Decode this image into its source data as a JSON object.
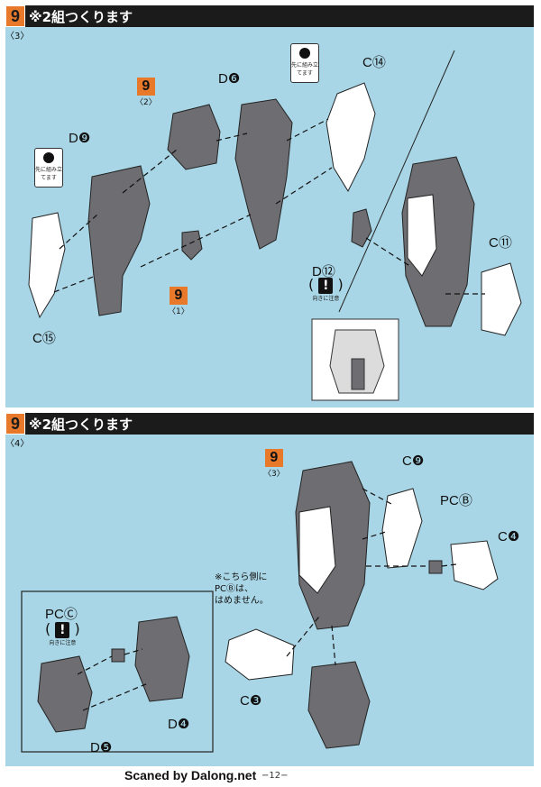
{
  "steps": [
    {
      "badge": "9",
      "sub": "〈3〉",
      "title": "※2組つくります",
      "parts": {
        "c14": "C⑭",
        "d6": "D❻",
        "d9": "D❾",
        "c15": "C⑮",
        "c11": "C⑪",
        "d12": "D⑫"
      },
      "refs": [
        {
          "num": "9",
          "sub": "〈2〉"
        },
        {
          "num": "9",
          "sub": "〈1〉"
        }
      ],
      "notes": [
        {
          "text": "先に組み立てます"
        },
        {
          "text": "先に組み立てます"
        }
      ],
      "caution": {
        "paren_open": "(",
        "mark": "!",
        "paren_close": ")",
        "caption": "向きに注意"
      }
    },
    {
      "badge": "9",
      "sub": "〈4〉",
      "title": "※2組つくります",
      "parts": {
        "c9": "C❾",
        "pcb": "PCⒷ",
        "c4": "C❹",
        "c3": "C❸",
        "pcc": "PCⒸ",
        "d4": "D❹",
        "d5": "D❺"
      },
      "refs": [
        {
          "num": "9",
          "sub": "〈3〉"
        }
      ],
      "note_lines": [
        "※こちら側に",
        "PCⒷは、",
        "はめません。"
      ],
      "caution": {
        "paren_open": "(",
        "mark": "!",
        "paren_close": ")",
        "caption": "向きに注意"
      }
    }
  ],
  "footer": {
    "credit": "Scaned by Dalong.net",
    "page": "−12−"
  },
  "colors": {
    "panel": "#a9d6e6",
    "header": "#1b1b1b",
    "badge": "#e8782a",
    "part_gray": "#6e6e72"
  }
}
